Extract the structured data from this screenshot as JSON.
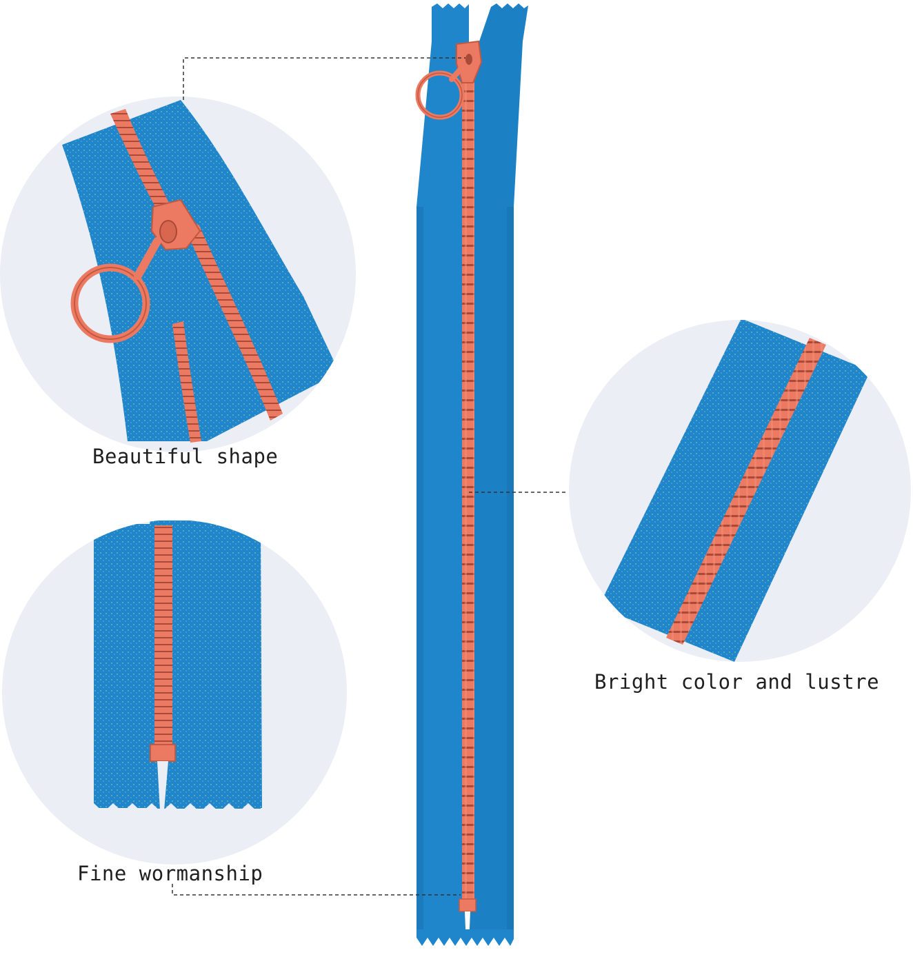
{
  "captions": {
    "beautiful_shape": "Beautiful shape",
    "bright_color": "Bright color and lustre",
    "fine_workmanship": "Fine wormanship"
  },
  "colors": {
    "tape_blue": "#1f86cc",
    "tape_blue_dark": "#176fae",
    "teeth_coral": "#ec7a63",
    "teeth_dark": "#b4503c",
    "circle_bg": "#eceef6",
    "leader_line": "#333333"
  }
}
